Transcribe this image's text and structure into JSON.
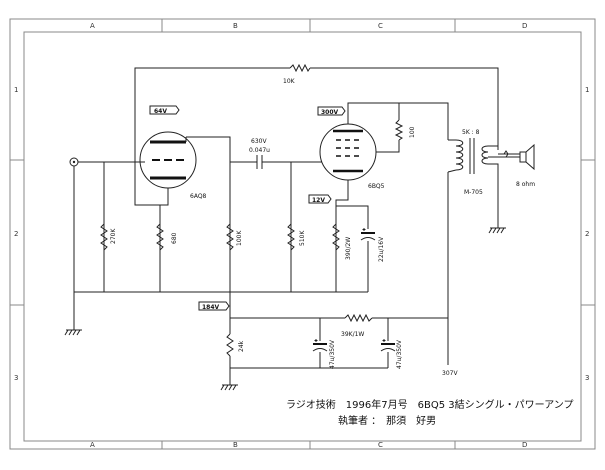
{
  "frame": {
    "col_labels": [
      "A",
      "B",
      "C",
      "D"
    ],
    "row_labels": [
      "1",
      "2",
      "3"
    ]
  },
  "voltages": {
    "v64": "64V",
    "v300": "300V",
    "v12": "12V",
    "v184": "184V",
    "v307": "307V"
  },
  "tubes": {
    "v1": "6AQ8",
    "v2": "6BQ5"
  },
  "components": {
    "r_fb": "10K",
    "c_cpl_v": "630V",
    "c_cpl_c": "0.047u",
    "r_g2": "100",
    "r_in": "270K",
    "r_k1": "680",
    "r_p1": "100K",
    "r_g1": "510K",
    "r_k2": "390/2W",
    "c_k2": "22u/16V",
    "r_div": "24k",
    "c_f1": "47u/350V",
    "r_flt": "39K/1W",
    "c_f2": "47u/350V",
    "ot_imp": "5K : 8",
    "ot_model": "M-705",
    "spk": "8 ohm"
  },
  "title": {
    "line1": "ラジオ技術　1996年7月号　6BQ5 3結シングル・パワーアンプ",
    "line2": "執筆者 ：　那須　好男"
  }
}
